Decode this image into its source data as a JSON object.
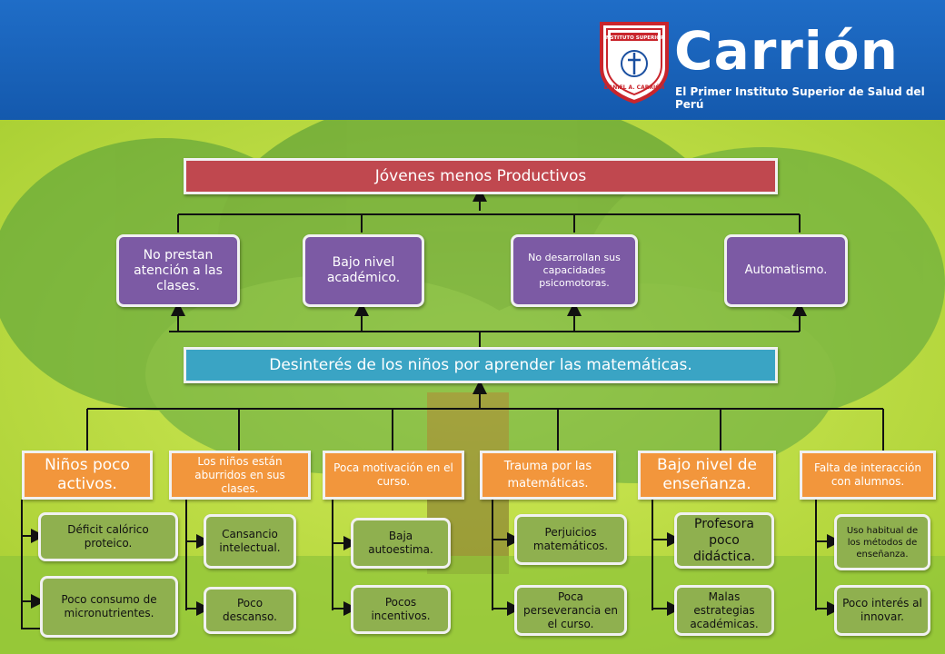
{
  "header": {
    "logo_text": [
      "INSTITUTO SUPERIOR",
      "DANIEL A. CARRIÓN"
    ],
    "brand_name": "Carrión",
    "tagline": "El Primer Instituto Superior de Salud del Perú",
    "colors": {
      "header": "#1a63bd",
      "background": "#b9db3a"
    }
  },
  "diagram": {
    "top_effect": "Jóvenes menos Productivos",
    "effects": [
      "No prestan atención a las clases.",
      "Bajo nivel académico.",
      "No desarrollan sus capacidades psicomotoras.",
      "Automatismo."
    ],
    "central_problem": "Desinterés de los niños por aprender las matemáticas.",
    "causes": [
      {
        "label": "Niños poco activos.",
        "subcauses": [
          "Déficit calórico proteico.",
          "Poco consumo de micronutrientes."
        ]
      },
      {
        "label": "Los niños están aburridos en sus clases.",
        "subcauses": [
          "Cansancio intelectual.",
          "Poco descanso."
        ]
      },
      {
        "label": "Poca motivación en el curso.",
        "subcauses": [
          "Baja autoestima.",
          "Pocos incentivos."
        ]
      },
      {
        "label": "Trauma por las matemáticas.",
        "subcauses": [
          "Perjuicios matemáticos.",
          "Poca perseverancia en el curso."
        ]
      },
      {
        "label": "Bajo nivel de enseñanza.",
        "subcauses": [
          "Profesora poco didáctica.",
          "Malas estrategias académicas."
        ]
      },
      {
        "label": "Falta de interacción con alumnos.",
        "subcauses": [
          "Uso habitual de los métodos de enseñanza.",
          "Poco interés al innovar."
        ]
      }
    ],
    "colors": {
      "effect_top": "#c0484f",
      "effects": "#7c5aa4",
      "problem": "#3aa4c4",
      "causes": "#f2963c",
      "subcauses": "#8fb04f"
    }
  }
}
